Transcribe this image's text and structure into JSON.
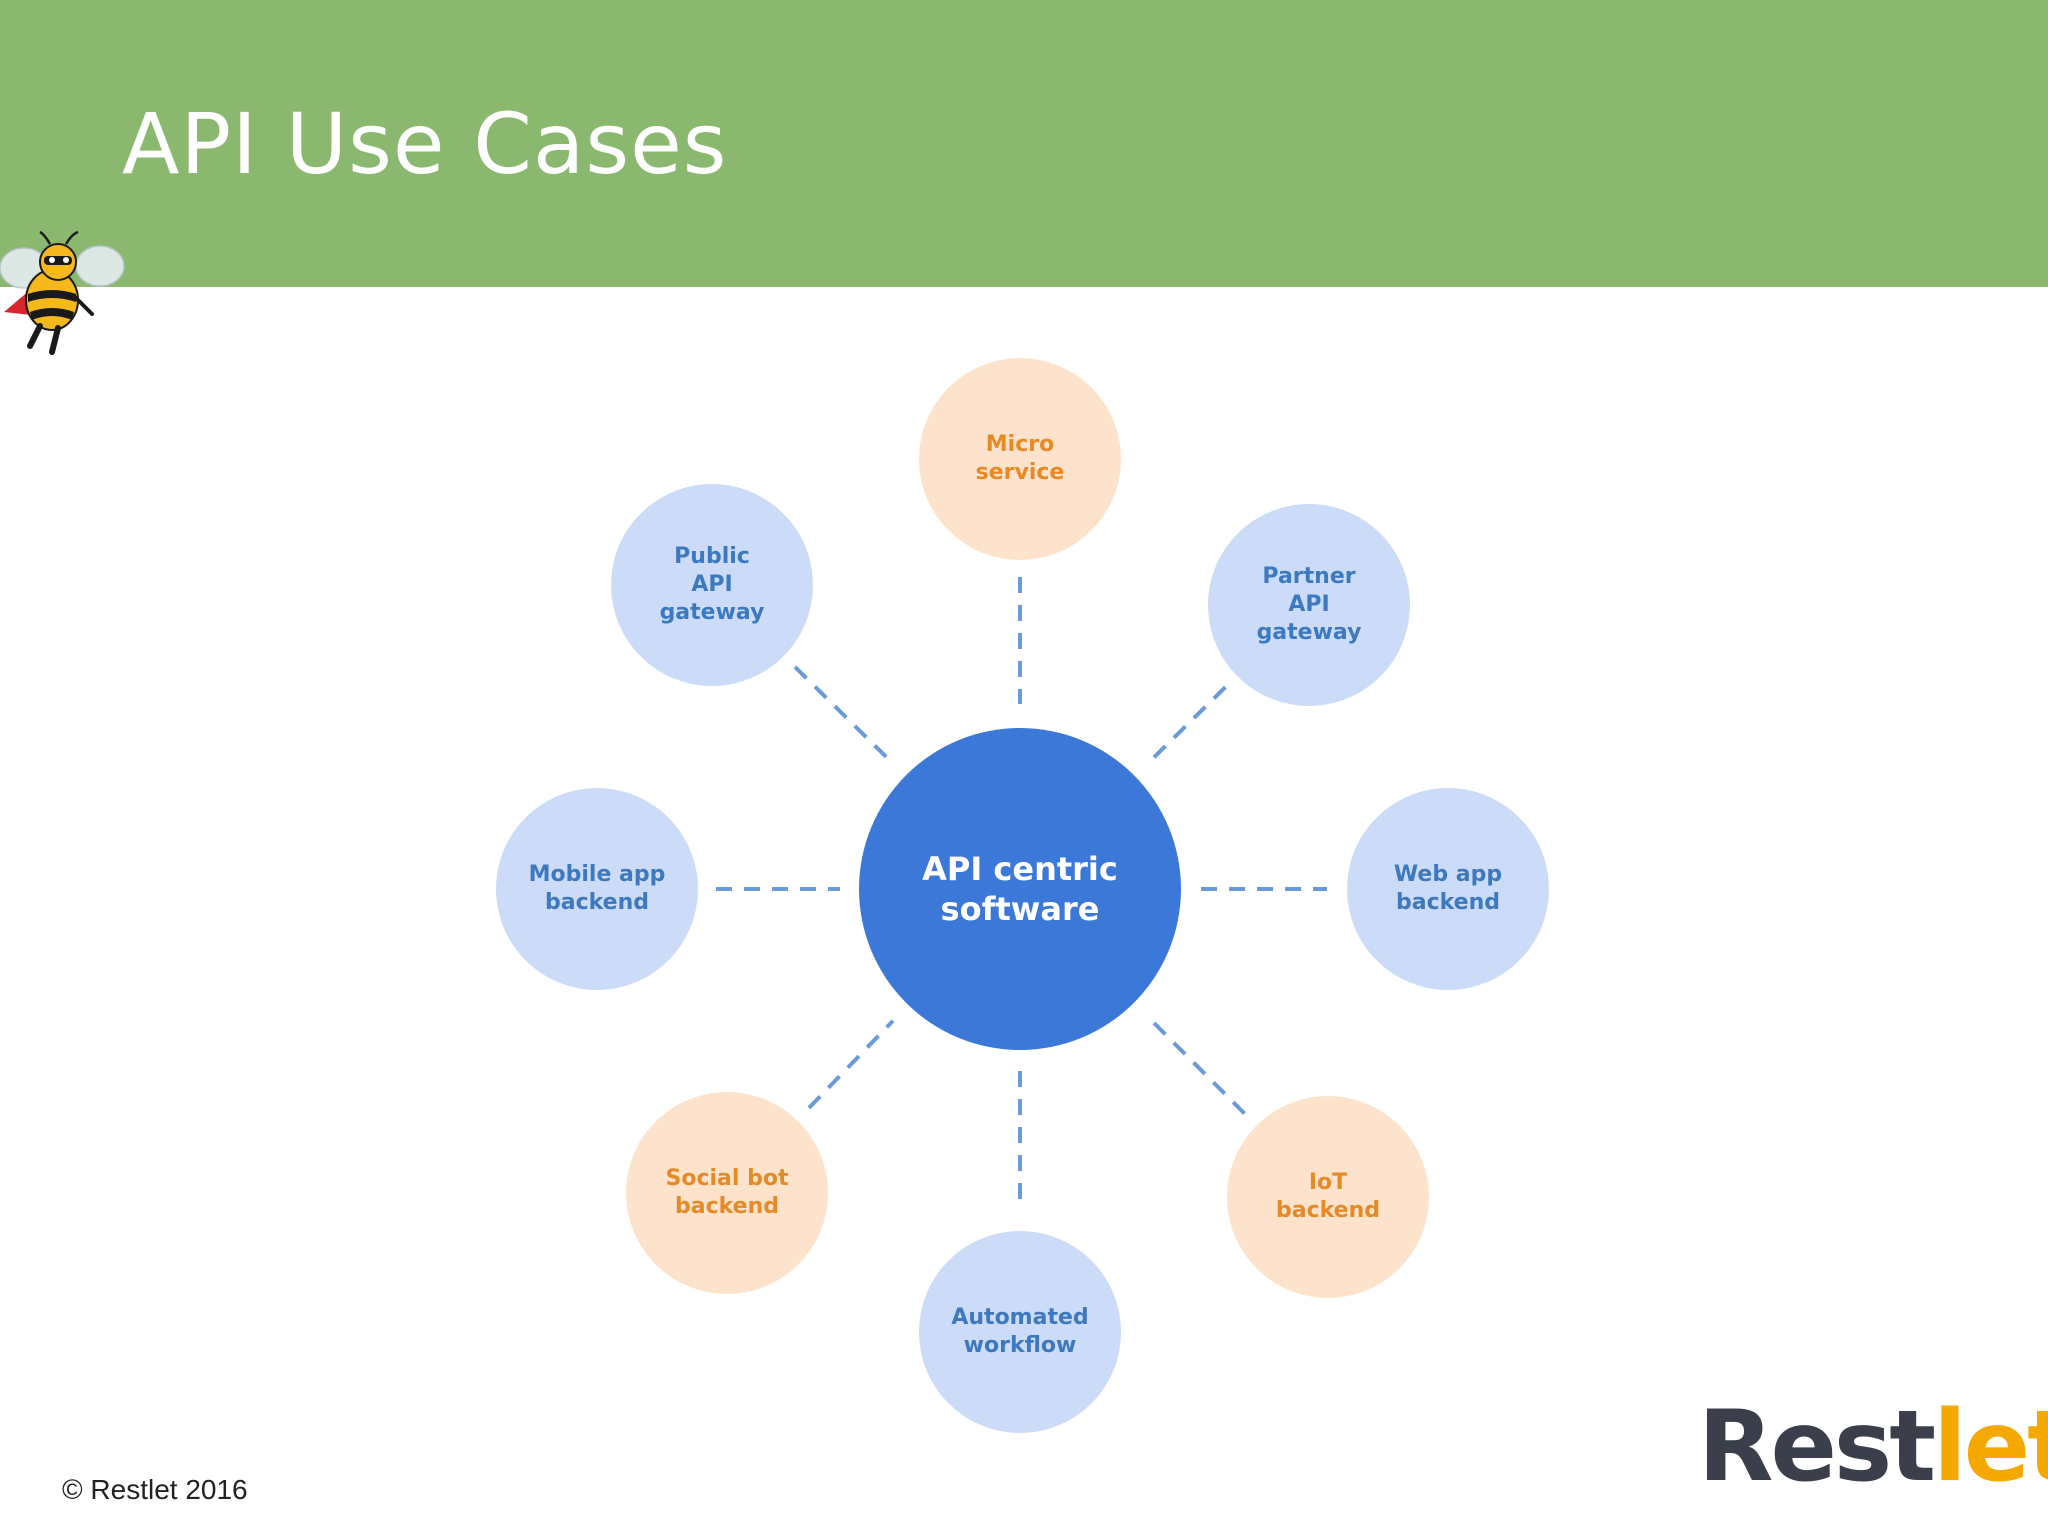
{
  "slide": {
    "title": "API Use Cases",
    "copyright": "© Restlet 2016",
    "logo": {
      "part1": "Rest",
      "part2": "let",
      "colors": {
        "part1": "#3a3f4b",
        "part2": "#f5a800"
      }
    }
  },
  "colors": {
    "header": "#8ab86e",
    "center_fill": "#3c78d8",
    "blue_fill": "#ccdcf8",
    "blue_text": "#3c79bf",
    "orange_fill": "#fde3cc",
    "orange_text": "#e68a25",
    "connector": "#6b9ad8"
  },
  "diagram": {
    "center": {
      "label": "API centric\nsoftware"
    },
    "nodes": [
      {
        "id": "micro-service",
        "label": "Micro\nservice",
        "style": "orange"
      },
      {
        "id": "partner-api-gateway",
        "label": "Partner\nAPI\ngateway",
        "style": "blue"
      },
      {
        "id": "web-app-backend",
        "label": "Web app\nbackend",
        "style": "blue"
      },
      {
        "id": "iot-backend",
        "label": "IoT\nbackend",
        "style": "orange"
      },
      {
        "id": "automated-workflow",
        "label": "Automated\nworkflow",
        "style": "blue"
      },
      {
        "id": "social-bot-backend",
        "label": "Social bot\nbackend",
        "style": "orange"
      },
      {
        "id": "mobile-app-backend",
        "label": "Mobile app\nbackend",
        "style": "blue"
      },
      {
        "id": "public-api-gateway",
        "label": "Public\nAPI\ngateway",
        "style": "blue"
      }
    ]
  }
}
